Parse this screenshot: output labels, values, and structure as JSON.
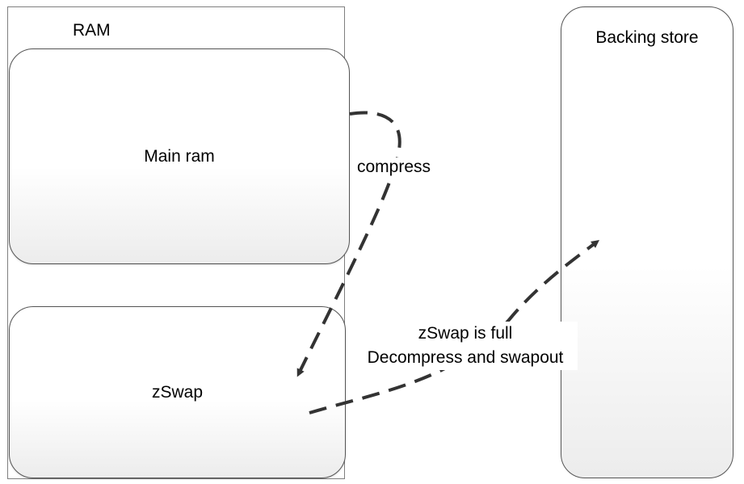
{
  "ram": {
    "label": "RAM",
    "main_ram_label": "Main ram",
    "zswap_label": "zSwap"
  },
  "backing_store": {
    "label": "Backing store"
  },
  "arrows": {
    "compress_label": "compress",
    "swapout_line1": "zSwap is full",
    "swapout_line2": "Decompress and swapout"
  }
}
